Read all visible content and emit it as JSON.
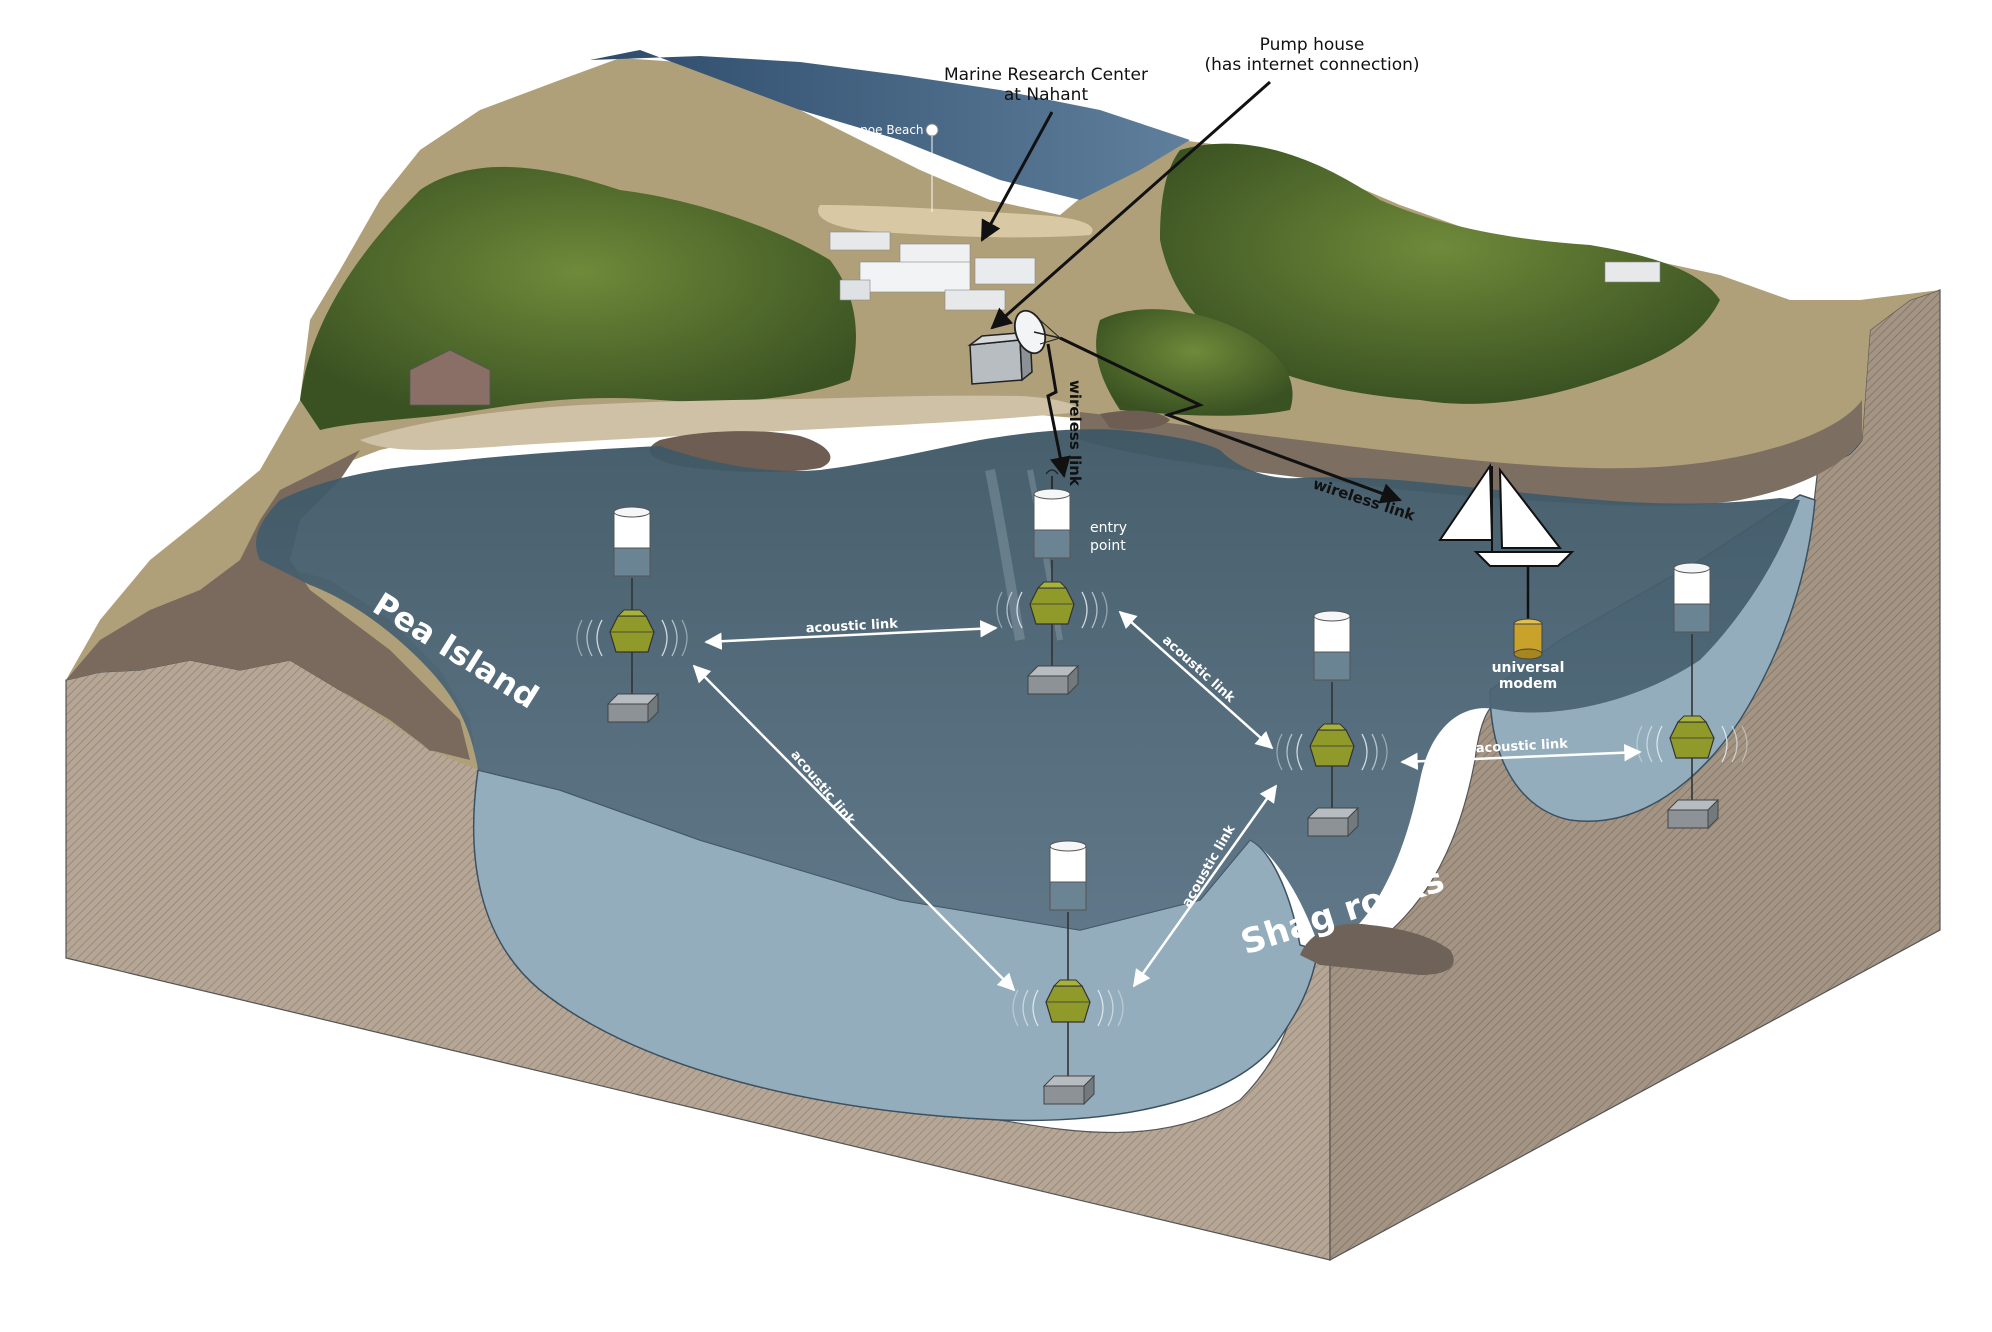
{
  "labels": {
    "marine_center_line1": "Marine Research Center",
    "marine_center_line2": "at Nahant",
    "pump_house_line1": "Pump house",
    "pump_house_line2": "(has internet connection)",
    "canoe_beach": "Canoe Beach",
    "pea_island": "Pea Island",
    "shag_rocks": "Shag rocks",
    "entry_point_line1": "entry",
    "entry_point_line2": "point",
    "universal_modem_line1": "universal",
    "universal_modem_line2": "modem"
  },
  "links": {
    "wireless_vertical": "wireless link",
    "wireless_boat": "wireless link",
    "acoustic_left_center": "acoustic link",
    "acoustic_center_right": "acoustic link",
    "acoustic_right_far": "acoustic link",
    "acoustic_left_bottom": "acoustic link",
    "acoustic_bottom_right": "acoustic link"
  },
  "colors": {
    "water_surface": "#4e6675",
    "water_cutaway": "#93adbd",
    "ground_cut": "#b8a99a",
    "vegetation": "#4f6a2c",
    "rock": "#7d6e63",
    "modem": "#8f9a2a",
    "buoy_top": "#ffffff",
    "buoy_bottom": "#6b8494",
    "anchor": "#8c9296",
    "boat_modem": "#c9a22c"
  },
  "icons": [
    "satellite-dish-icon",
    "pump-house-icon",
    "sailboat-icon",
    "buoy-icon",
    "acoustic-modem-icon",
    "anchor-block-icon",
    "antenna-icon"
  ]
}
